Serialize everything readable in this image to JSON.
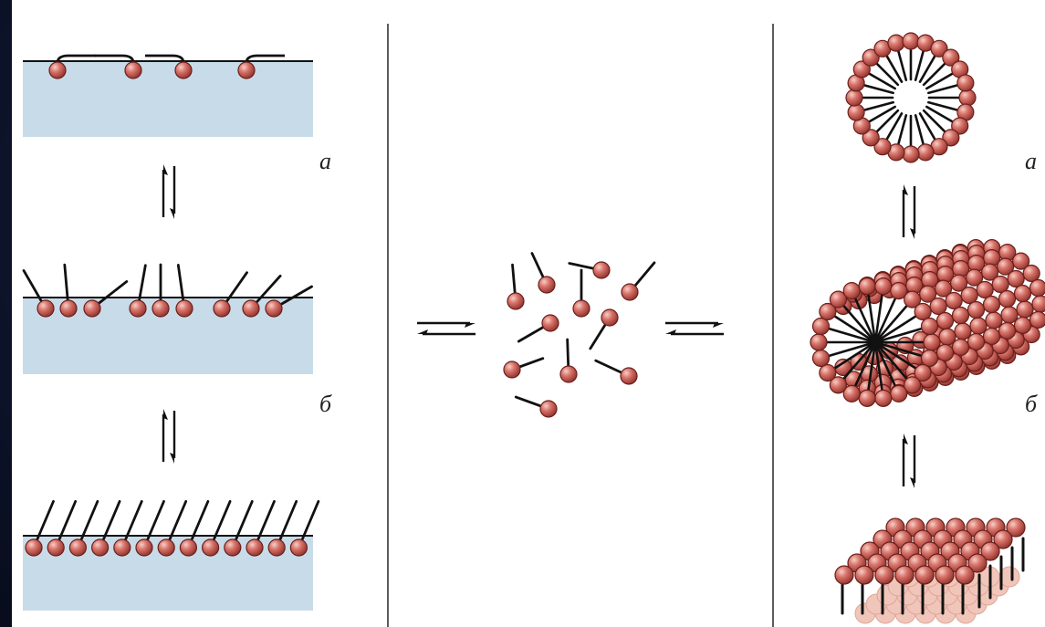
{
  "labels": {
    "left_a": "а",
    "left_b": "б",
    "right_a": "а",
    "right_b": "б"
  },
  "colors": {
    "background": "#0f1733",
    "panel": "#ffffff",
    "water": "#c8dbe9",
    "head": "#c0504a",
    "head_dark": "#6b1f1b",
    "line": "#111111"
  },
  "icons": {
    "equilibrium": "equilibrium-arrows-icon",
    "head": "molecule-head-icon"
  }
}
